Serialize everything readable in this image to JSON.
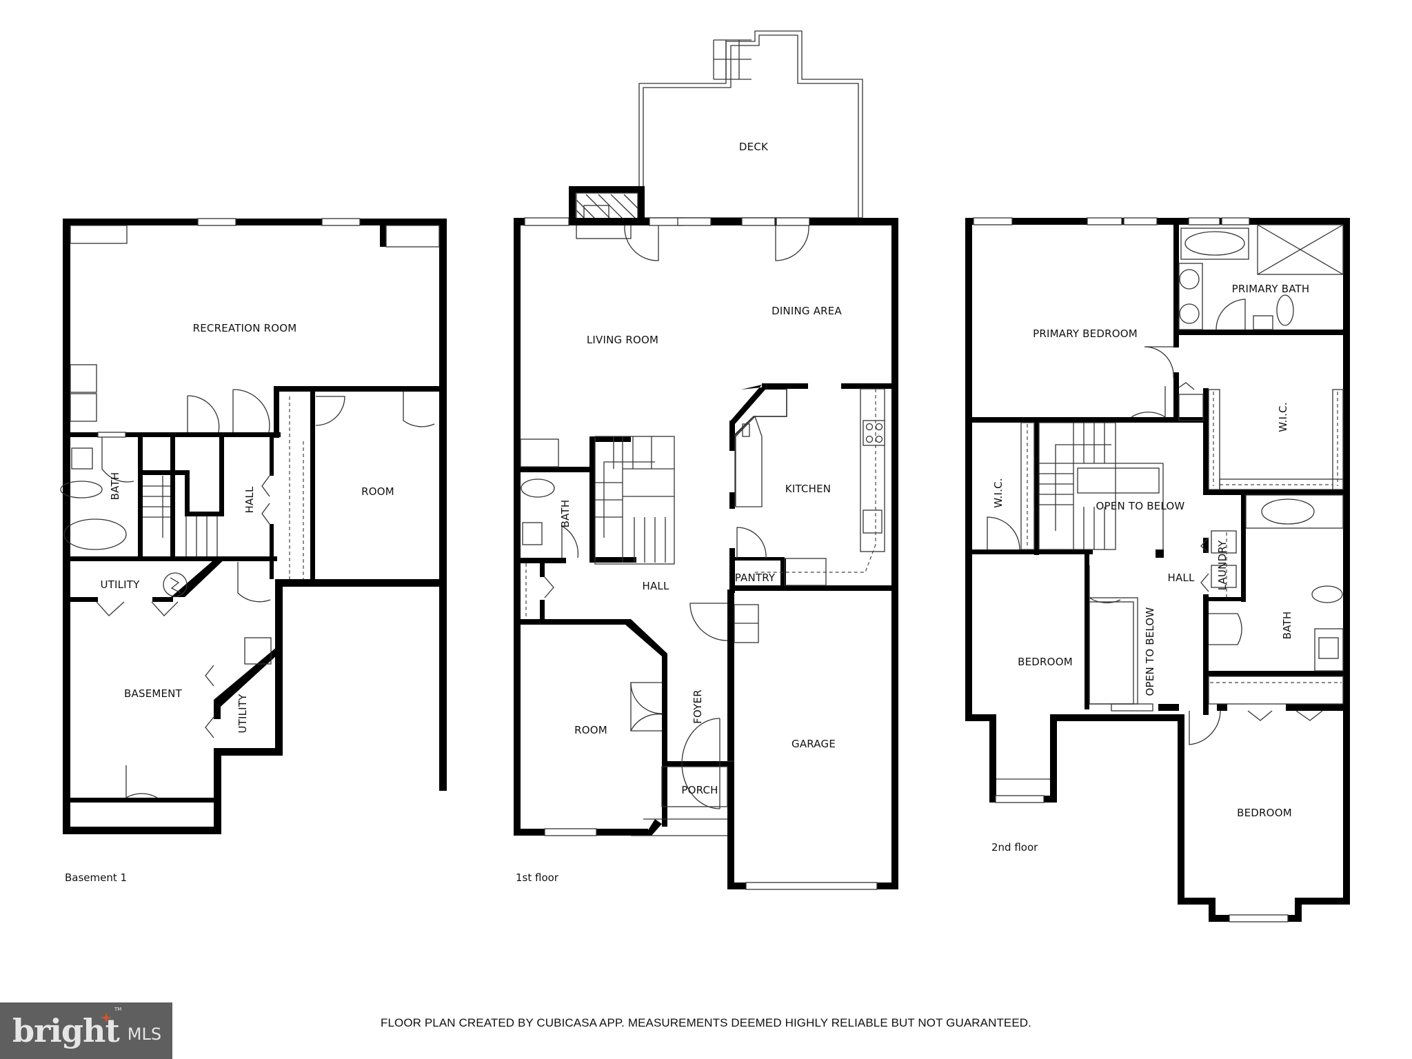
{
  "floors": [
    {
      "name": "Basement 1",
      "rooms": [
        {
          "label": "RECREATION ROOM"
        },
        {
          "label": "ROOM"
        },
        {
          "label": "BATH"
        },
        {
          "label": "HALL"
        },
        {
          "label": "UTILITY"
        },
        {
          "label": "BASEMENT"
        },
        {
          "label": "UTILITY"
        }
      ]
    },
    {
      "name": "1st floor",
      "rooms": [
        {
          "label": "DECK"
        },
        {
          "label": "LIVING ROOM"
        },
        {
          "label": "DINING AREA"
        },
        {
          "label": "KITCHEN"
        },
        {
          "label": "BATH"
        },
        {
          "label": "HALL"
        },
        {
          "label": "PANTRY"
        },
        {
          "label": "ROOM"
        },
        {
          "label": "FOYER"
        },
        {
          "label": "PORCH"
        },
        {
          "label": "GARAGE"
        }
      ]
    },
    {
      "name": "2nd floor",
      "rooms": [
        {
          "label": "PRIMARY BEDROOM"
        },
        {
          "label": "PRIMARY BATH"
        },
        {
          "label": "W.I.C."
        },
        {
          "label": "W.I.C."
        },
        {
          "label": "OPEN TO BELOW"
        },
        {
          "label": "HALL"
        },
        {
          "label": "LAUNDRY"
        },
        {
          "label": "BATH"
        },
        {
          "label": "BEDROOM"
        },
        {
          "label": "OPEN TO BELOW"
        },
        {
          "label": "BEDROOM"
        }
      ]
    }
  ],
  "footer": {
    "disclaimer": "FLOOR PLAN CREATED BY CUBICASA APP. MEASUREMENTS DEEMED HIGHLY RELIABLE BUT NOT GUARANTEED."
  },
  "logo": {
    "word": "bright",
    "tm": "TM",
    "suffix": "MLS",
    "background": "#5f5f5f",
    "accent": "#e0522a"
  }
}
